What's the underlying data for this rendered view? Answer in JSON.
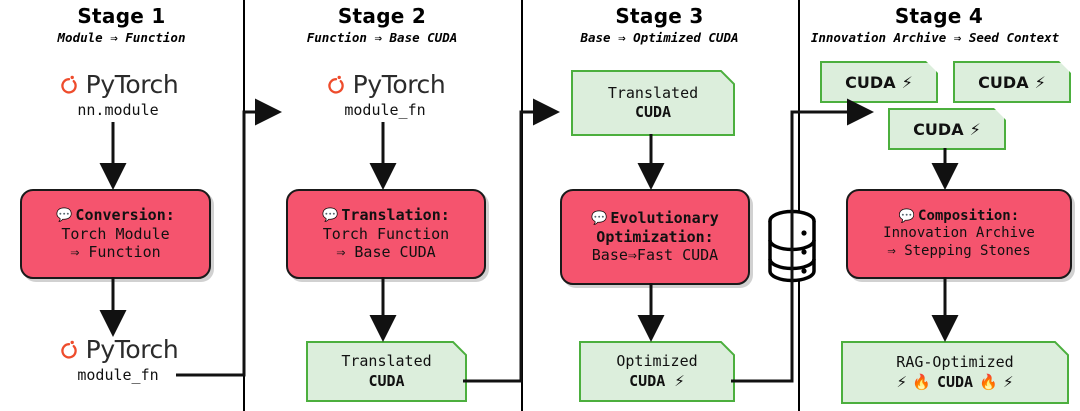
{
  "diagram": {
    "title": "Four-stage PyTorch to optimized CUDA pipeline",
    "colors": {
      "pink": "#F5546E",
      "green_fill": "#DCEEDC",
      "green_border": "#4CAF3E",
      "torch_orange": "#EE4C2C",
      "line": "#111111"
    }
  },
  "stages": [
    {
      "title": "Stage 1",
      "subtitle": "Module ⇒ Function",
      "top": {
        "logo": "pytorch-logo",
        "name": "PyTorch",
        "sub": "nn.module"
      },
      "process": {
        "icon": "speech-bubble",
        "line1": "Conversion:",
        "line2": "Torch Module",
        "line3": "⇒ Function"
      },
      "bottom": {
        "logo": "pytorch-logo",
        "name": "PyTorch",
        "sub": "module_fn"
      }
    },
    {
      "title": "Stage 2",
      "subtitle": "Function ⇒ Base CUDA",
      "top": {
        "logo": "pytorch-logo",
        "name": "PyTorch",
        "sub": "module_fn"
      },
      "process": {
        "icon": "speech-bubble",
        "line1": "Translation:",
        "line2": "Torch Function",
        "line3": "⇒ Base CUDA"
      },
      "bottom": {
        "line1": "Translated",
        "line2": "CUDA"
      }
    },
    {
      "title": "Stage 3",
      "subtitle": "Base ⇒ Optimized CUDA",
      "top": {
        "line1": "Translated",
        "line2": "CUDA"
      },
      "process": {
        "icon": "speech-bubble",
        "line1": "Evolutionary",
        "line2": "Optimization:",
        "line3": "Base⇒Fast CUDA"
      },
      "bottom": {
        "line1": "Optimized",
        "line2": "CUDA",
        "emoji": "⚡"
      }
    },
    {
      "title": "Stage 4",
      "subtitle": "Innovation Archive ⇒ Seed Context",
      "chips": [
        {
          "label": "CUDA",
          "emoji": "⚡"
        },
        {
          "label": "CUDA",
          "emoji": "⚡"
        },
        {
          "label": "CUDA",
          "emoji": "⚡"
        }
      ],
      "process": {
        "icon": "speech-bubble",
        "line1": "Composition:",
        "line2": "Innovation Archive",
        "line3": "⇒ Stepping Stones"
      },
      "bottom": {
        "line1": "RAG-Optimized",
        "prefix": "⚡ 🔥",
        "label": "CUDA",
        "suffix": "🔥 ⚡"
      }
    }
  ],
  "archive": {
    "icon": "database-icon",
    "name": "innovation-archive-database"
  }
}
